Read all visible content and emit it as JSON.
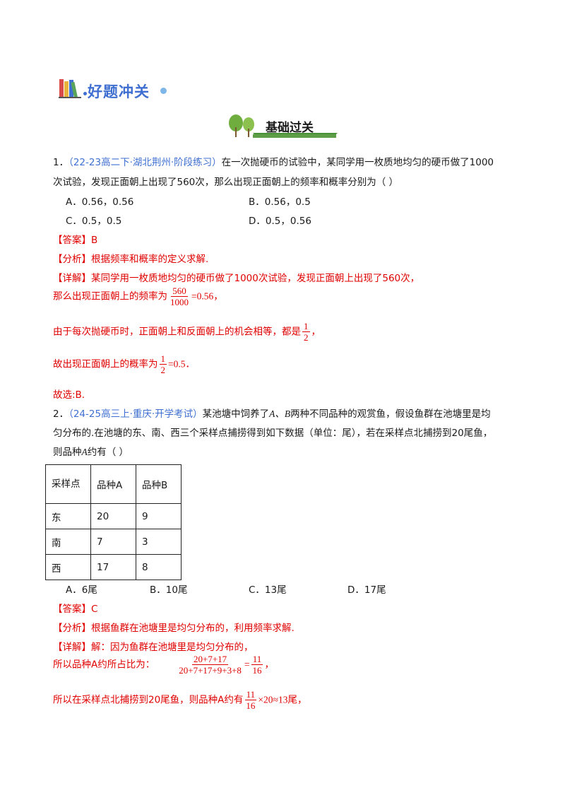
{
  "header": {
    "logo_title": "好题冲关",
    "section_title": "基础过关"
  },
  "q1": {
    "number": "1．",
    "source": "（22-23高二下·湖北荆州·阶段练习）",
    "stem_line1": "在一次抛硬币的试验中，某同学用一枚质地均匀的硬币做了1000",
    "stem_line2": "次试验，发现正面朝上出现了560次，那么出现正面朝上的频率和概率分别为（    ）",
    "options": [
      {
        "label": "A．0.56，0.56"
      },
      {
        "label": "B．0.56，0.5"
      },
      {
        "label": "C．0.5，0.5"
      },
      {
        "label": "D．0.5，0.56"
      }
    ],
    "answer_tag": "【答案】",
    "answer": "B",
    "analysis_tag": "【分析】",
    "analysis": "根据频率和概率的定义求解.",
    "detail_tag": "【详解】",
    "detail1": "某同学用一枚质地均匀的硬币做了1000次试验，发现正面朝上出现了560次，",
    "detail2_pre": "那么出现正面朝上的频率为",
    "detail2_num": "560",
    "detail2_den": "1000",
    "detail2_post": "=0.56，",
    "detail3_pre": "由于每次抛硬币时，正面朝上和反面朝上的机会相等，都是",
    "detail3_num": "1",
    "detail3_den": "2",
    "detail3_post": "，",
    "detail4_pre": "故出现正面朝上的概率为",
    "detail4_num": "1",
    "detail4_den": "2",
    "detail4_post": "=0.5．",
    "conclusion": "故选:B."
  },
  "q2": {
    "number": "2．",
    "source": "（24-25高三上·重庆·开学考试）",
    "stem_line1_a": "某池塘中饲养了",
    "stem_line1_var": "A、B",
    "stem_line1_b": "两种不同品种的观赏鱼，假设鱼群在池塘里是均",
    "stem_line2": "匀分布的.在池塘的东、南、西三个采样点捕捞得到如下数据（单位：尾），若在采样点北捕捞到20尾鱼，",
    "stem_line3_a": "则品种",
    "stem_line3_var": "A",
    "stem_line3_b": "约有（    ）",
    "table": {
      "header": [
        "采样点",
        "品种A",
        "品种B"
      ],
      "rows": [
        [
          "东",
          "20",
          "9"
        ],
        [
          "南",
          "7",
          "3"
        ],
        [
          "西",
          "17",
          "8"
        ]
      ]
    },
    "options": [
      {
        "label": "A．6尾"
      },
      {
        "label": "B．10尾"
      },
      {
        "label": "C．13尾"
      },
      {
        "label": "D．17尾"
      }
    ],
    "answer_tag": "【答案】",
    "answer": "C",
    "analysis_tag": "【分析】",
    "analysis": "根据鱼群在池塘里是均匀分布的，利用频率求解.",
    "detail_tag": "【详解】",
    "detail1": "解：因为鱼群在池塘里是均匀分布的，",
    "detail2_pre": "所以品种A约所占比为：",
    "detail2_num": "20+7+17",
    "detail2_den": "20+7+17+9+3+8",
    "detail2_eq": "=",
    "detail2_rnum": "11",
    "detail2_rden": "16",
    "detail2_post": "，",
    "detail3_pre": "所以在采样点北捕捞到20尾鱼，则品种A约有",
    "detail3_num": "11",
    "detail3_den": "16",
    "detail3_post": "×20≈13尾，"
  }
}
